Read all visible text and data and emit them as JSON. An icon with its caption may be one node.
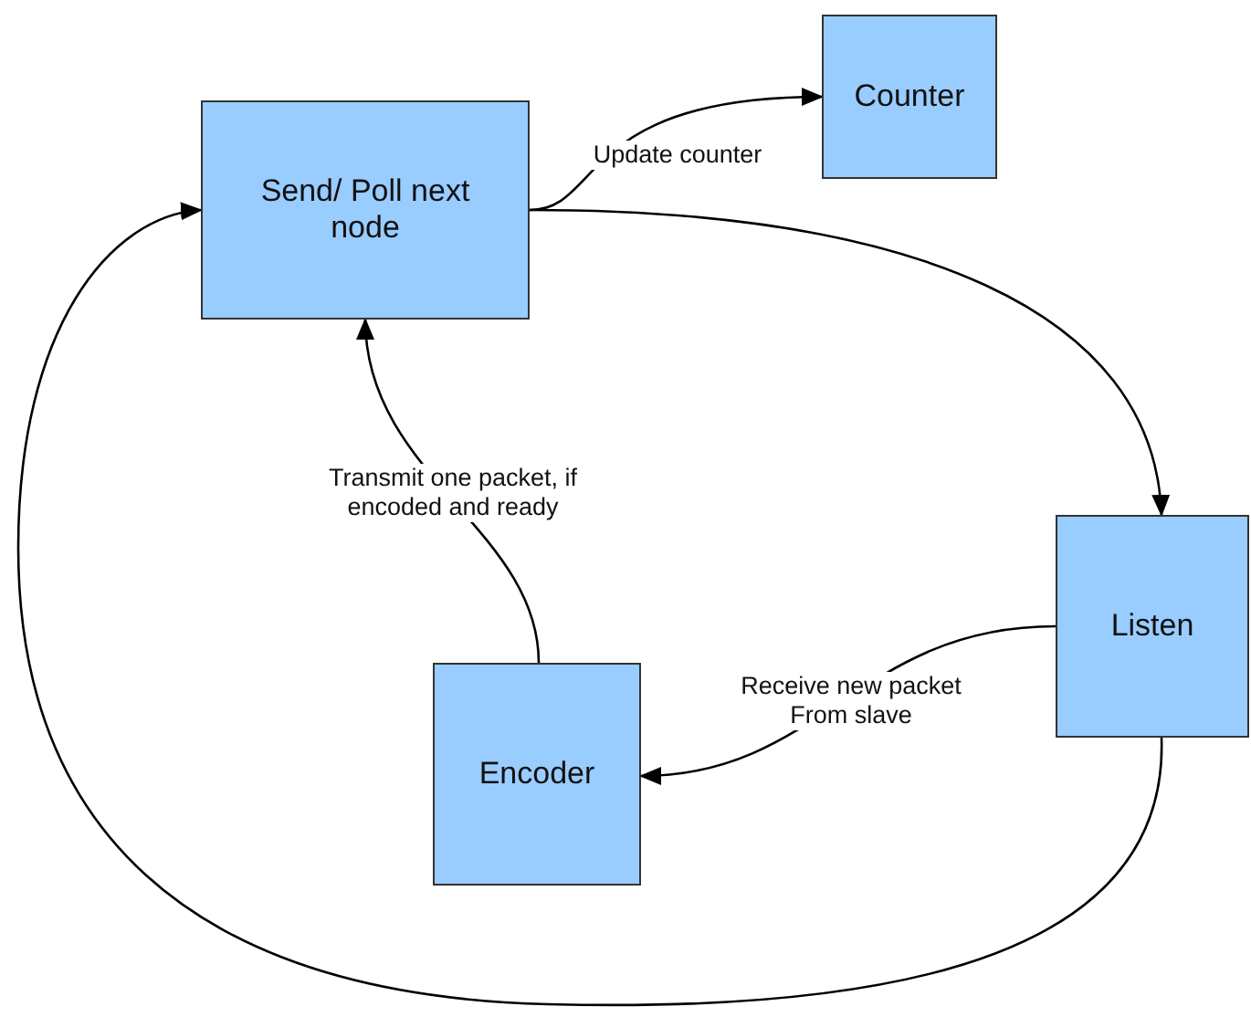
{
  "diagram": {
    "nodes": [
      {
        "text": [
          "Send/ Poll next node"
        ]
      },
      {
        "text": [
          "Counter"
        ]
      },
      {
        "text": [
          "Listen"
        ]
      },
      {
        "text": [
          "Encoder"
        ]
      }
    ],
    "edges": [
      {
        "from": 0,
        "to": 1,
        "arrow": "to",
        "label": "Update counter"
      },
      {
        "from": 0,
        "to": 2,
        "arrow": "to"
      },
      {
        "from": 2,
        "to": 3,
        "arrow": "to",
        "label": "Receive new packet From slave"
      },
      {
        "from": 3,
        "to": 0,
        "arrow": "to",
        "label": "Transmit one packet, if encoded and ready"
      },
      {
        "from": 2,
        "to": 0,
        "arrow": "to"
      }
    ]
  }
}
